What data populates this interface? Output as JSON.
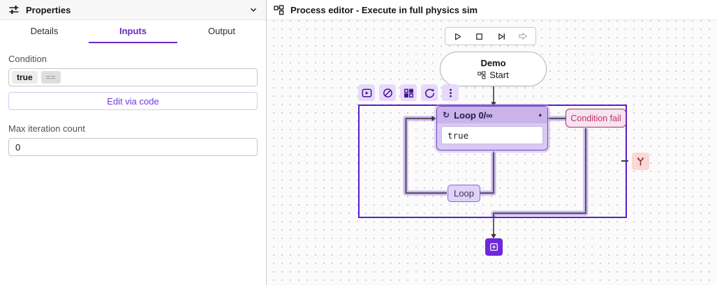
{
  "properties_panel": {
    "title": "Properties",
    "tabs": [
      {
        "label": "Details",
        "active": false
      },
      {
        "label": "Inputs",
        "active": true
      },
      {
        "label": "Output",
        "active": false
      }
    ],
    "condition": {
      "label": "Condition",
      "value_chip": "true",
      "operator_chip": "=="
    },
    "edit_via_code_label": "Edit via code",
    "max_iteration": {
      "label": "Max iteration count",
      "value": "0"
    }
  },
  "editor": {
    "title": "Process editor - Execute in full physics sim",
    "playback_controls": [
      "play",
      "stop",
      "step-forward",
      "continue"
    ],
    "start_node": {
      "title": "Demo",
      "subtitle": "Start"
    },
    "node_toolbar_icons": [
      "run-preview",
      "disable",
      "components",
      "repeat",
      "more-options"
    ],
    "loop_node": {
      "title": "Loop 0/∞",
      "condition_value": "true",
      "repeat_icon": "↻",
      "collapse_icon": "▴"
    },
    "edge_labels": {
      "condition_fail": "Condition fail",
      "loop": "Loop"
    }
  },
  "colors": {
    "accent_purple": "#6929c4",
    "selection_purple": "#5a1ed2",
    "loop_node_bg": "#d8c9f2",
    "loop_badge_bg": "#ded2f6",
    "condition_fail_text": "#c3325f",
    "add_button_bg": "#6d28d9",
    "branch_button_bg": "#fbd7d6",
    "edge_casing": "#c9b8ed"
  }
}
